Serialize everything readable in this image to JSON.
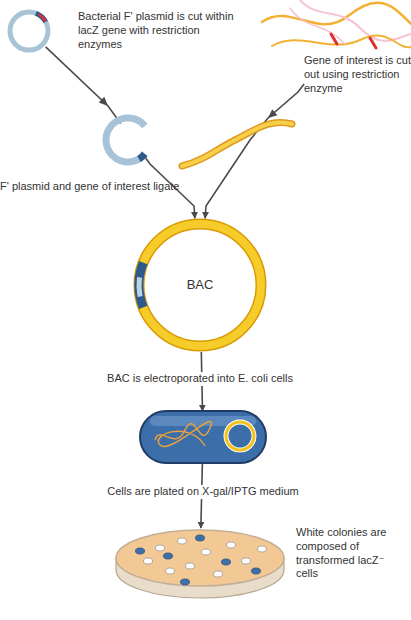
{
  "diagram": {
    "nodes": [
      {
        "text": [
          "Bacterial F' plasmid is cut within lacZ gene with restriction enzymes"
        ]
      },
      {
        "text": [
          "Gene of interest is cut out using restriction enzyme"
        ]
      },
      {
        "text": [
          "BAC"
        ]
      },
      {
        "text": [
          "Cells are plated on X-gal/IPTG medium"
        ]
      },
      {
        "text": [
          "White colonies are composed of transformed lacZ⁻ cells"
        ]
      }
    ],
    "edges": [
      {
        "from": 0,
        "to": 2,
        "arrow": "to"
      },
      {
        "from": 1,
        "to": 2,
        "arrow": "to"
      },
      {
        "from": 2,
        "to": 3,
        "label": "BAC is electroporated into E. coli cells",
        "arrow": "to"
      },
      {
        "from": 3,
        "to": 4,
        "arrow": "to"
      }
    ],
    "labels": [
      "F' plasmid and gene of interest ligate"
    ]
  }
}
